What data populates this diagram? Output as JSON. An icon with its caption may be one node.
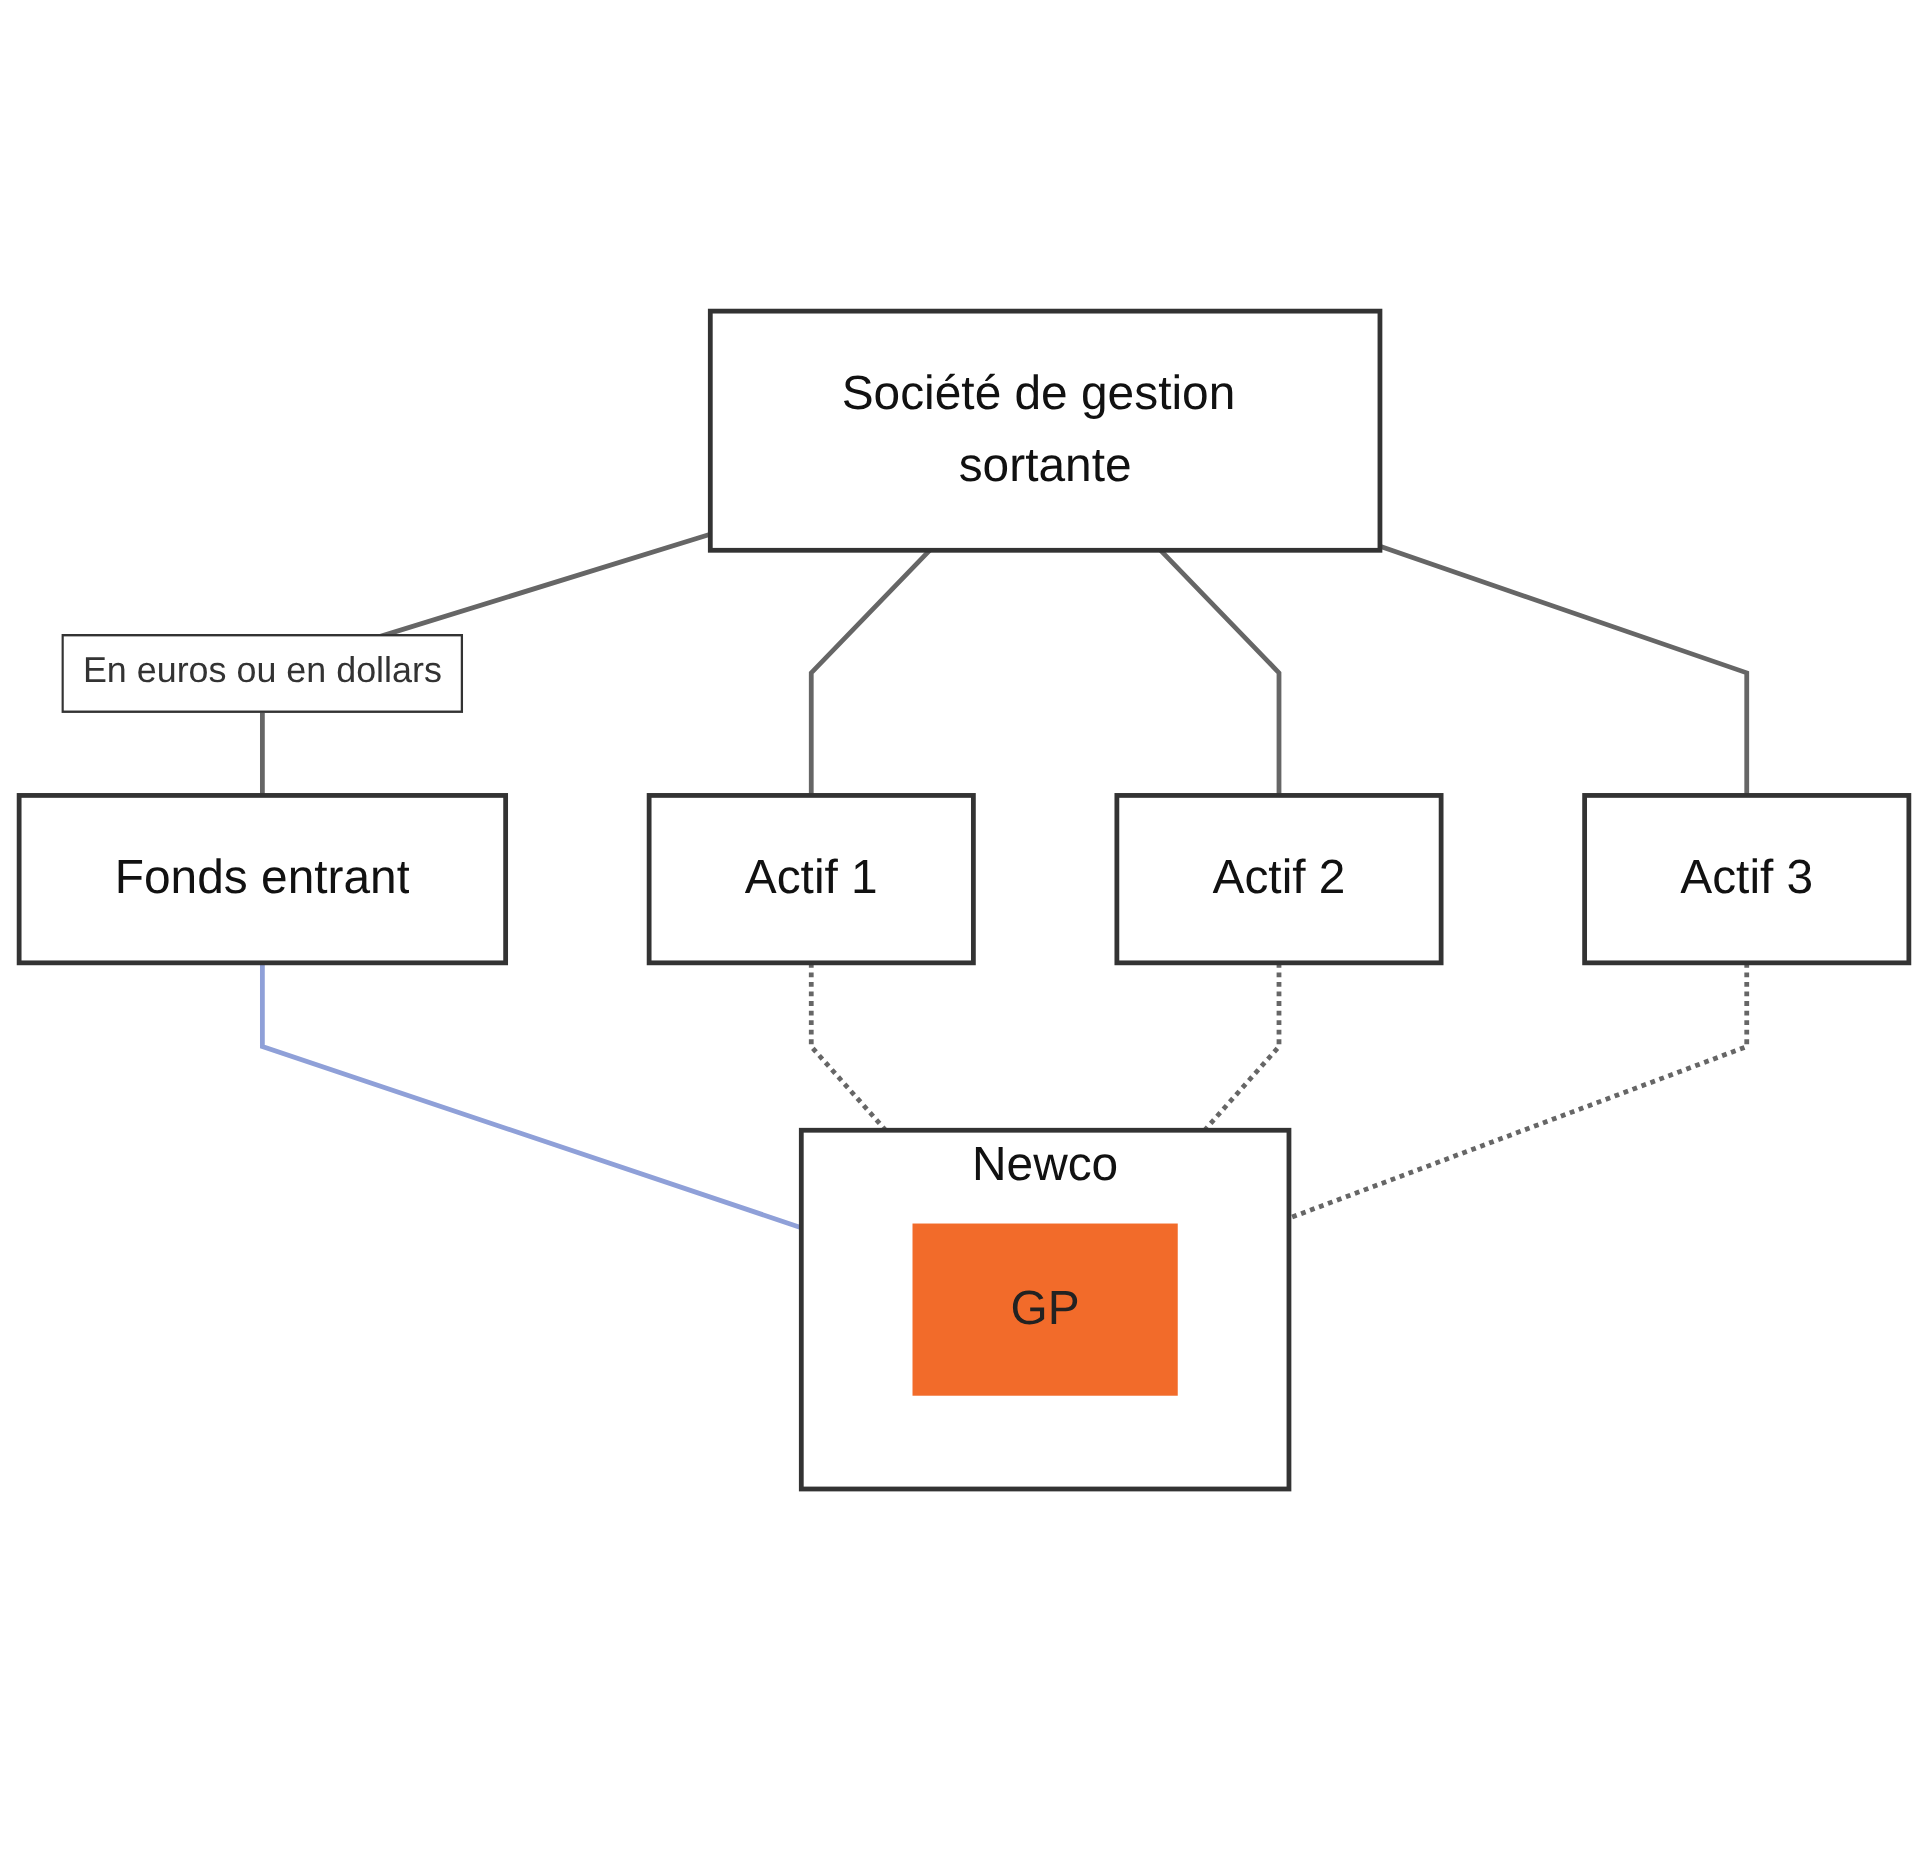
{
  "diagram": {
    "nodes": [
      {
        "text": [
          "Société de gestion sortante"
        ]
      },
      {
        "text": [
          "Fonds entrant"
        ]
      },
      {
        "text": [
          "Newco"
        ]
      },
      {
        "text": [
          "GP"
        ],
        "in": 2
      },
      {
        "text": [
          "Actif 1"
        ]
      },
      {
        "text": [
          "Actif 2"
        ]
      },
      {
        "text": [
          "Actif 3"
        ]
      }
    ],
    "edges": [
      {
        "from": 0,
        "to": 1,
        "arrow": "none",
        "label": "En euros ou en dollars"
      },
      {
        "from": 1,
        "to": 2,
        "arrow": "none",
        "color": "#8fa0d8"
      },
      {
        "from": 0,
        "to": 4,
        "arrow": "none"
      },
      {
        "from": 0,
        "to": 5,
        "arrow": "none"
      },
      {
        "from": 0,
        "to": 6,
        "arrow": "none"
      },
      {
        "from": 4,
        "to": 2,
        "arrow": "none",
        "style": "dashed"
      },
      {
        "from": 5,
        "to": 2,
        "arrow": "none",
        "style": "dashed"
      },
      {
        "from": 6,
        "to": 2,
        "arrow": "none",
        "style": "dashed"
      }
    ]
  }
}
